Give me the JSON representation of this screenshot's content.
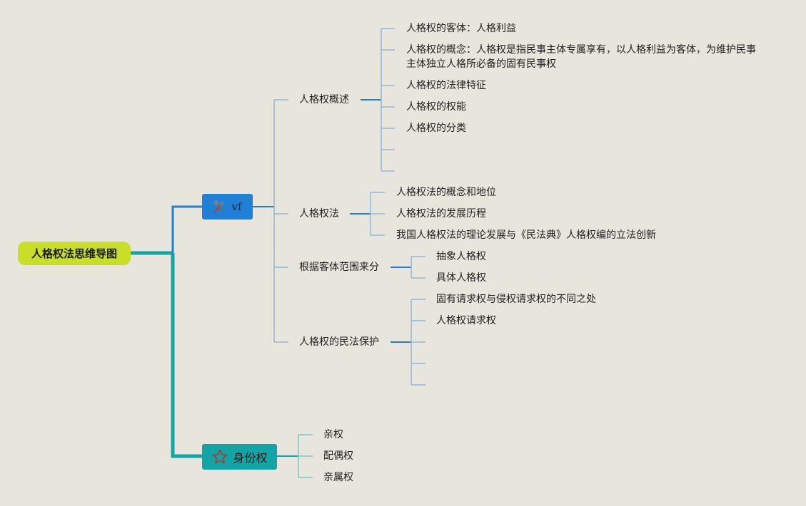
{
  "root": {
    "label": "人格权法思维导图"
  },
  "branches": {
    "vf": {
      "label": "vf",
      "icon": "hammer-wrench-icon",
      "color": "#1f80d8",
      "topics": [
        {
          "label": "人格权概述",
          "items": [
            "人格权的客体：人格利益",
            "人格权的概念：人格权是指民事主体专属享有，以人格利益为客体，为维护民事",
            "主体独立人格所必备的固有民事权",
            "人格权的法律特征",
            "人格权的权能",
            "人格权的分类"
          ]
        },
        {
          "label": "人格权法",
          "items": [
            "人格权法的概念和地位",
            "人格权法的发展历程",
            "我国人格权法的理论发展与《民法典》人格权编的立法创新"
          ]
        },
        {
          "label": "根据客体范围来分",
          "items": [
            "抽象人格权",
            "具体人格权"
          ]
        },
        {
          "label": "人格权的民法保护",
          "items": [
            "固有请求权与侵权请求权的不同之处",
            "人格权请求权"
          ]
        }
      ]
    },
    "sf": {
      "label": "身份权",
      "icon": "star-outline-icon",
      "color": "#13a5a5",
      "items": [
        "亲权",
        "配偶权",
        "亲属权"
      ]
    }
  },
  "colors": {
    "background": "#e8e5dd",
    "root_fill": "#c8de28",
    "trunk_teal": "#13a5a5",
    "branch_blue": "#1f80d8",
    "thin_line": "#8fb8de",
    "thin_line_teal": "#7ec6c6"
  }
}
